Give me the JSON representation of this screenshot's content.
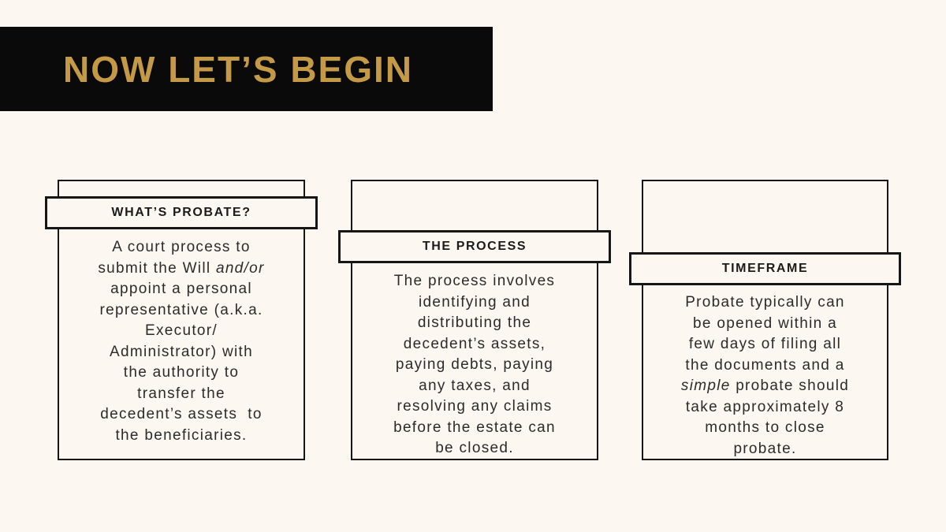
{
  "colors": {
    "background": "#FCF8F1",
    "bar": "#0A0A0A",
    "gold": "#C49A46",
    "ink": "#161616"
  },
  "header": {
    "title": "NOW LET’S BEGIN"
  },
  "cards": [
    {
      "title": "WHAT’S PROBATE?",
      "lines": [
        [
          {
            "t": "A court process to"
          }
        ],
        [
          {
            "t": "submit the Will "
          },
          {
            "t": "and/or",
            "i": true
          }
        ],
        [
          {
            "t": "appoint a personal"
          }
        ],
        [
          {
            "t": "representative (a.k.a."
          }
        ],
        [
          {
            "t": "Executor/"
          }
        ],
        [
          {
            "t": "Administrator) with"
          }
        ],
        [
          {
            "t": "the authority to"
          }
        ],
        [
          {
            "t": "transfer the"
          }
        ],
        [
          {
            "t": "decedent’s assets  to"
          }
        ],
        [
          {
            "t": "the beneficiaries."
          }
        ]
      ]
    },
    {
      "title": "THE PROCESS",
      "lines": [
        [
          {
            "t": "The process involves"
          }
        ],
        [
          {
            "t": "identifying and"
          }
        ],
        [
          {
            "t": "distributing the"
          }
        ],
        [
          {
            "t": "decedent’s assets,"
          }
        ],
        [
          {
            "t": "paying debts, paying"
          }
        ],
        [
          {
            "t": "any taxes, and"
          }
        ],
        [
          {
            "t": "resolving any claims"
          }
        ],
        [
          {
            "t": "before the estate can"
          }
        ],
        [
          {
            "t": "be closed."
          }
        ]
      ]
    },
    {
      "title": "TIMEFRAME",
      "lines": [
        [
          {
            "t": "Probate typically can"
          }
        ],
        [
          {
            "t": "be opened within a"
          }
        ],
        [
          {
            "t": "few days of filing all"
          }
        ],
        [
          {
            "t": "the documents and a"
          }
        ],
        [
          {
            "t": "simple",
            "i": true
          },
          {
            "t": " probate should"
          }
        ],
        [
          {
            "t": "take approximately 8"
          }
        ],
        [
          {
            "t": "months to close"
          }
        ],
        [
          {
            "t": "probate."
          }
        ]
      ]
    }
  ]
}
